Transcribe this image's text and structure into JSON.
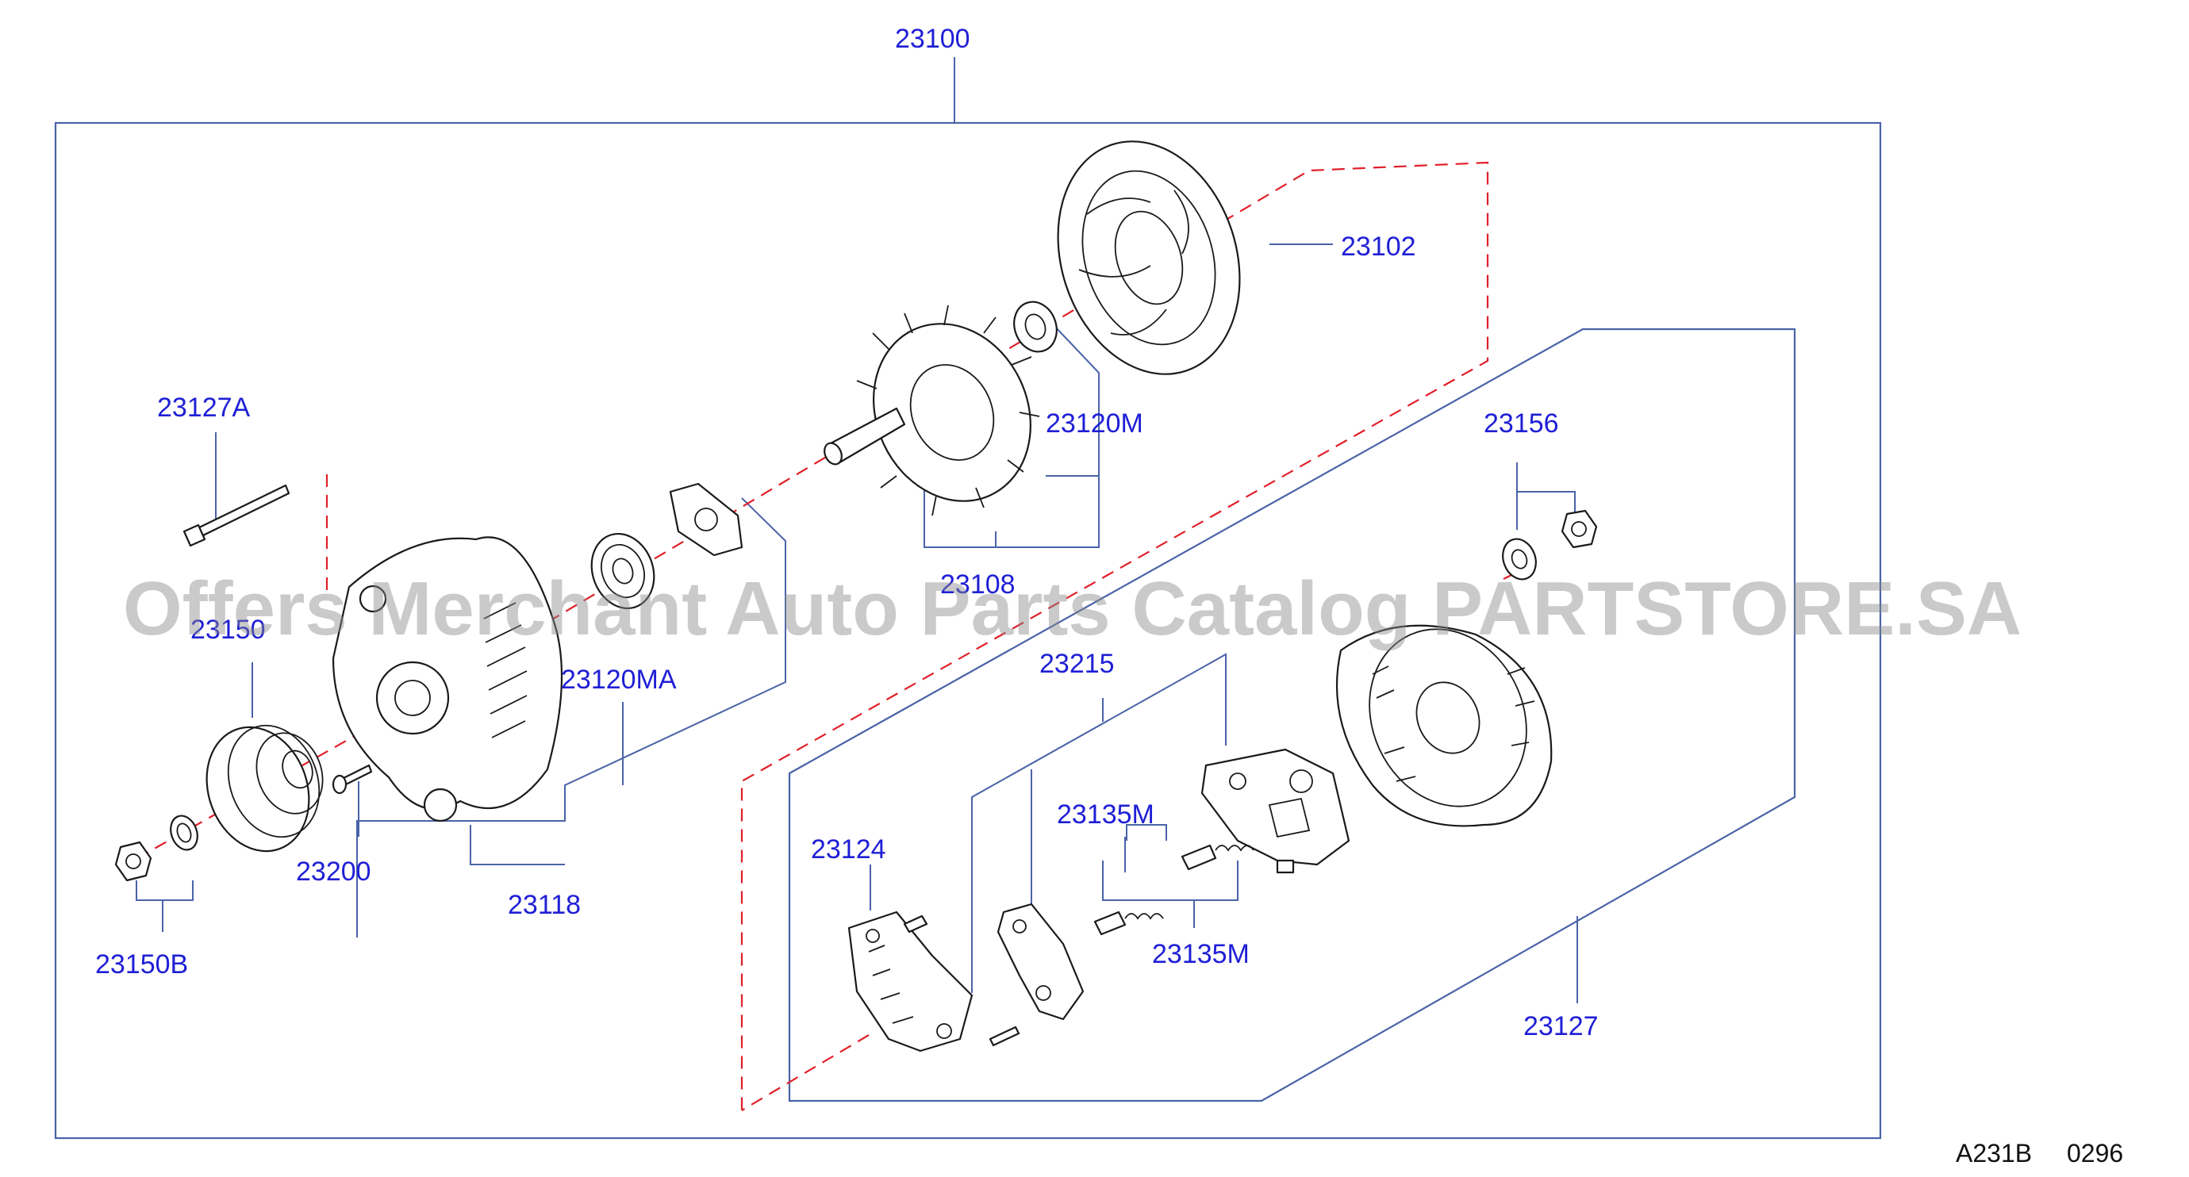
{
  "labels": {
    "assembly": "23100",
    "rear_housing": "23102",
    "bearing_rear": "23120M",
    "rotor": "23108",
    "bolt": "23127A",
    "pulley": "23150",
    "bearing_front": "23120MA",
    "front_housing": "23118",
    "screw": "23200",
    "nut_washer": "23150B",
    "terminal_nut": "23156",
    "regulator": "23215",
    "brush_a": "23135M",
    "brush_b": "23135M",
    "rectifier": "23124",
    "cover": "23127"
  },
  "diagram_code": "A231B",
  "diagram_page": "0296",
  "watermark": "Offers Merchant Auto Parts Catalog PARTSTORE.SA"
}
